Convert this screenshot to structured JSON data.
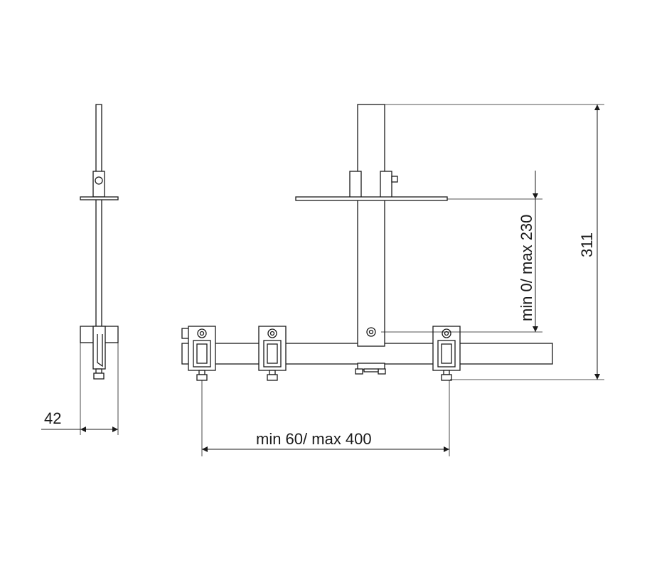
{
  "dimensions": {
    "depth": "42",
    "spacing": "min 60/ max 400",
    "height_adjust": "min 0/ max 230",
    "total_height": "311"
  },
  "colors": {
    "line": "#1a1a1a",
    "background": "#ffffff"
  }
}
